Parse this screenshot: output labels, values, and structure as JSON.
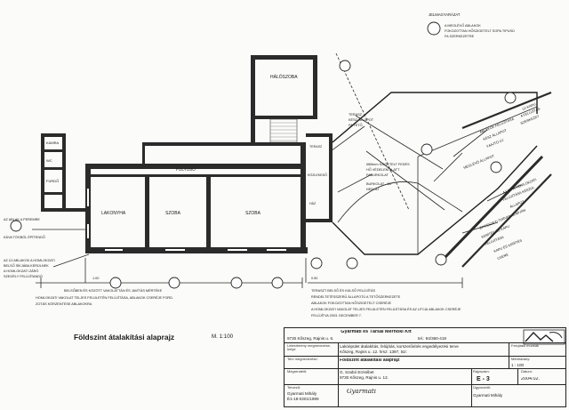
{
  "rooms": {
    "halo": "HÁLÓSZOBA",
    "folyoso": "FOLYOSÓ",
    "konyha": "LAKONYHA",
    "szoba1": "SZOBA",
    "szoba2": "SZOBA",
    "kamra": "KAMRA",
    "wc": "WC",
    "furdo": "FÜRDŐ",
    "kozl": "KÖZLEKEDŐ",
    "terasz": "TERASZ",
    "haz": "HÁZ"
  },
  "notes": {
    "legend_title": "JELMAGYARÁZAT",
    "legend_line1": "A MEGLÉVŐ ABLAKOK",
    "legend_line2": "FOKOZOTTAN HŐSZIGETELT SOPA TIPUSÚ",
    "legend_line3": "FA SZERKEZETRE",
    "left1": "AZ ABLAK A PEREMRE",
    "left2": "KÁVA TÖGBÓL ÉPÍTENDŐ",
    "left3": "AZ ÚJ ABLAKOK A HOMLOKZATI",
    "left4": "BELSŐ SÍKJÁBA KERÜLNEK",
    "left5": "A HOMLOKZATI ZÁRÓ",
    "left6": "SZEGÉLY FELÚJÍTANDÓ",
    "bottom1": "BELSŐBEN ÉS KÖZÖTT VAKOLATTÁN ÉS JAVÍTÁS MÉRTÉKE",
    "bottom2": "HOMLOKZATI VAKOLAT TELJES FELÜLETÉN FELÚJÍTÁSA, ABLAKOK CSERÉJE FORD.",
    "bottom3": "ZOTÁS KÖRZENTESE ABLAKOKRA",
    "right_b1": "TERASZT BELSŐ ÉS KÜLSŐ FELÚJÍTÁS",
    "right_b2": "RENDELTETÉSSZERŰ ÁLLAPOTÚ A TETŐSZERKEZETE",
    "right_b3": "ABLAKOK FOKOZOTTAN HŐSZIGETELT CSERÉJE",
    "right_b4": "A HOMLOKZATI VAKOLAT TELJES FELÜLETÉN FELÚJÍTÁSA ÉS AZ UTCAI ABLAKOK CSERÉJE",
    "right_b5": "FELÚJÍTVA 2003. DECEMBER 7.",
    "mid1": "TERASZ",
    "mid2": "KÉSZ ÁLLAPOT",
    "mid3": "FA TETŐ",
    "mid4": "Ø65mm SZIGETELT FEDÉS",
    "mid5": "HŐ VÉDELEM ALATT",
    "mid6": "FABURKOLAT",
    "mid7": "BURKOLAT - ÚJ",
    "mid8": "NEM ÚJ",
    "side1": "ABLAKOK FELÚJÍTÁSA",
    "side2": "KÉSZ ÁLLAPOT",
    "side3": "FAAJTÓ ÚJ",
    "side4": "MEGLÉVŐ ÁLLAPOT",
    "side5": "A FALAK HOMLOKZATI",
    "side6": "FELÚJÍTÁSA KÉSZÜL",
    "side7": "ÁLLAPOT",
    "side8": "ÉPÍTÉSZETI TERVEK ALAPJÁN",
    "side9": "KERÍTÉS ÉS KAPU",
    "side10": "FELÚJÍTÁSA",
    "side11": "KAPU ÉS KERÍTÉS",
    "side12": "CSERE",
    "top_right1": "ÚJ KAPU",
    "top_right2": "A FELÚJÍTÁS",
    "top_right3": "SZERKEZET",
    "dim1": "1.00",
    "dim2": "0.50"
  },
  "title": {
    "main": "Földszint átalakítási alaprajz",
    "scale": "M. 1:100"
  },
  "titleblock": {
    "company": "Gyarmati és Társai Mérnöki Kft",
    "address": "9730 Kőszeg, Rajnis u. 6.",
    "tel": "tel.: 94/360-419",
    "r1_label": "Létesítmény megnevezése, helye",
    "r1_value": "Lakóépület átalakítás, felújítás, korszerűsítés engedélyezési terve",
    "r1_value2": "Kőszeg, Rajnis u. 12.   hrsz: 1397, tsz:",
    "r1_label2": "Felújítási munkák",
    "r2_label": "Terv megnevezése:",
    "r2_value": "Földszint átalakítási alaprajz",
    "r2_l2": "Méretarány:",
    "r2_v2": "1 : 100",
    "r3_label": "Megrendelő:",
    "r3_value": "G. Szabó Erzsébet",
    "r3_value2": "9730 Kőszeg, Rajnis u. 12.",
    "r3_l2": "Rajzszám:",
    "r3_v2": "É - 3",
    "r3_l3": "Dátum:",
    "r3_v3": "2004.02.",
    "r4_label": "Tervező:",
    "r4_value": "Gyarmati Mihály",
    "r4_value2": "É1-18-0201/1999",
    "r4_l2": "Ügyvezető:",
    "r4_v2": "Gyarmati Mihály",
    "sign_tervezo": "Gyarmati"
  }
}
